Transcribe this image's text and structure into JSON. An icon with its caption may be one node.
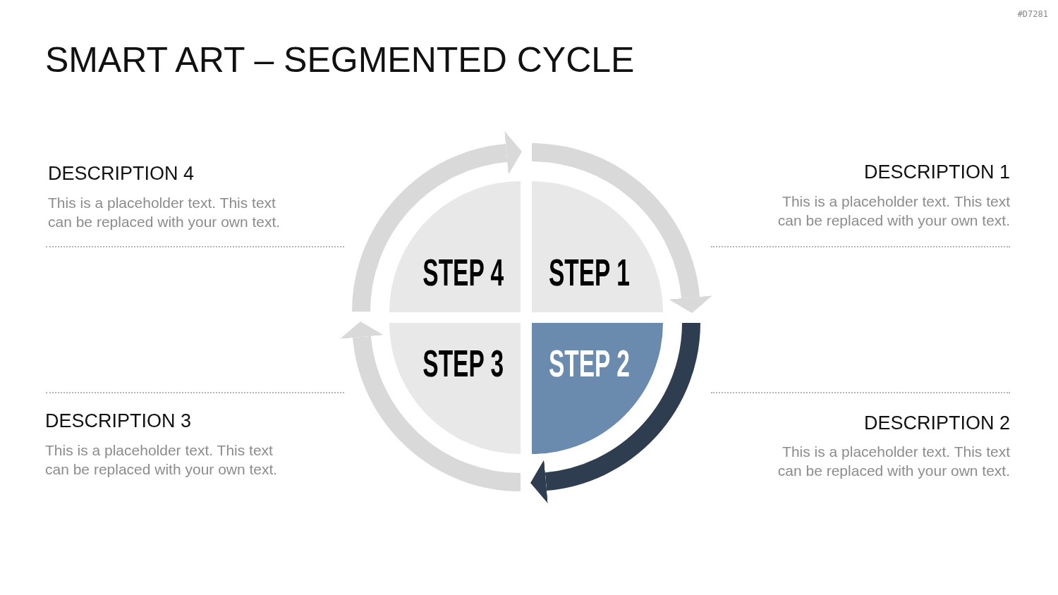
{
  "diagram": {
    "title": "SMART ART – SEGMENTED CYCLE",
    "nodes": [
      {
        "text": [
          "STEP 4"
        ]
      },
      {
        "text": [
          "STEP 1"
        ]
      },
      {
        "text": [
          "STEP 3"
        ]
      },
      {
        "text": [
          "STEP 2"
        ]
      }
    ],
    "labels": [
      "#D7281",
      "DESCRIPTION 4",
      "This is a placeholder text. This text can be replaced with your own text.",
      "DESCRIPTION 1",
      "This is a placeholder text. This text can be replaced with your own text.",
      "DESCRIPTION 3",
      "This is a placeholder text. This text can be replaced with your own text.",
      "DESCRIPTION 2",
      "This is a placeholder text. This text can be replaced with your own text."
    ]
  }
}
